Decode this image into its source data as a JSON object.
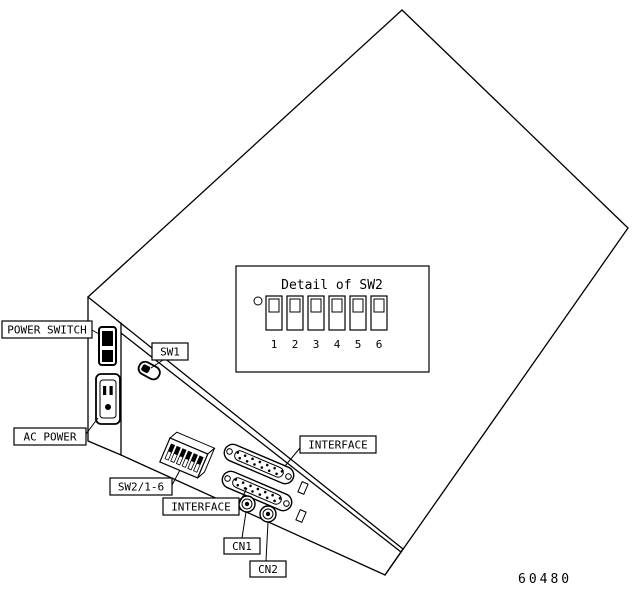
{
  "figure": {
    "number": "60480"
  },
  "detail_panel": {
    "title": "Detail of SW2",
    "switch_numbers": [
      "1",
      "2",
      "3",
      "4",
      "5",
      "6"
    ]
  },
  "callouts": {
    "power_switch": "POWER SWITCH",
    "sw1": "SW1",
    "ac_power": "AC POWER",
    "sw2": "SW2/1-6",
    "interface_upper": "INTERFACE",
    "interface_lower": "INTERFACE",
    "cn1": "CN1",
    "cn2": "CN2"
  },
  "colors": {
    "line": "#000000",
    "background": "#ffffff"
  }
}
